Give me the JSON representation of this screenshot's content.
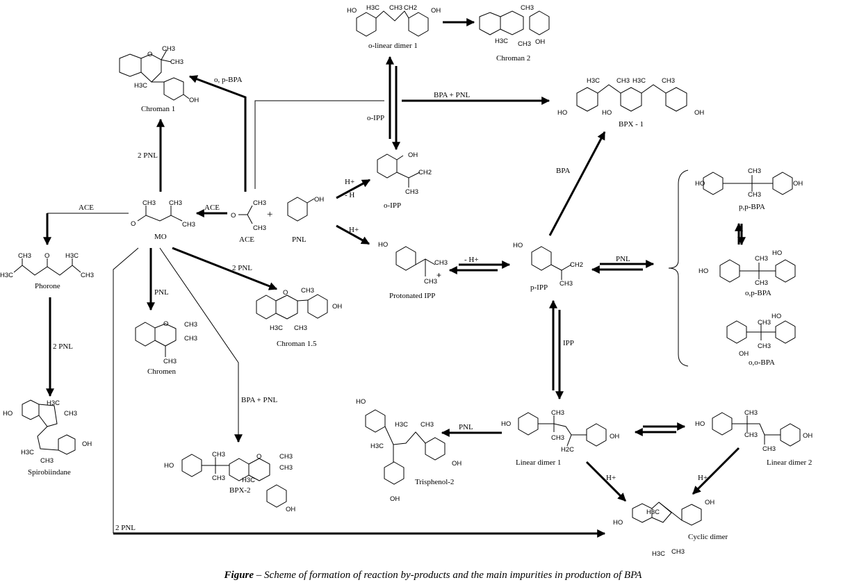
{
  "compounds": {
    "chroman1": "Chroman 1",
    "o_linear_dimer1": "o-linear dimer 1",
    "chroman2": "Chroman 2",
    "bpx1": "BPX - 1",
    "mo": "MO",
    "ace": "ACE",
    "pnl": "PNL",
    "o_ipp": "o-IPP",
    "phorone": "Phorone",
    "chromen": "Chromen",
    "chroman15": "Chroman 1.5",
    "protonated_ipp": "Protonated IPP",
    "p_ipp": "p-IPP",
    "pp_bpa": "p,p-BPA",
    "op_bpa": "o,p-BPA",
    "oo_bpa": "o,o-BPA",
    "spirobiindane": "Spirobiindane",
    "bpx2": "BPX-2",
    "trisphenol2": "Trisphenol-2",
    "linear_dimer1": "Linear dimer 1",
    "linear_dimer2": "Linear dimer 2",
    "cyclic_dimer": "Cyclic dimer"
  },
  "reagents": {
    "op_bpa_to_chroman1": "o, p-BPA",
    "two_pnl_chroman1": "2 PNL",
    "ace_to_phorone": "ACE",
    "ace_to_mo": "ACE",
    "bpa_pnl_bpx1": "BPA + PNL",
    "o_ipp_dimer": "o-IPP",
    "h_plus_o": "H+",
    "minus_h_o": "- H",
    "h_plus_p": "H+",
    "two_pnl_chroman15": "2 PNL",
    "pnl_chromen": "PNL",
    "minus_h_p": "- H+",
    "pnl_bpa": "PNL",
    "bpa_bpx1": "BPA",
    "two_pnl_spiro": "2 PNL",
    "bpa_pnl_bpx2": "BPA + PNL",
    "ipp": "IPP",
    "pnl_trisphenol": "PNL",
    "h_ld1": "H+",
    "h_ld2": "H+",
    "two_pnl_cyclic": "2 PNL",
    "plus": "+"
  },
  "atoms": {
    "oh": "OH",
    "ho": "HO",
    "o": "O",
    "ch3": "CH3",
    "h3c": "H3C",
    "ch2": "CH2",
    "h2c": "H2C",
    "plus": "+"
  },
  "caption": {
    "prefix": "Figure",
    "text": " – Scheme of formation of reaction by-products and the main impurities in production of BPA"
  }
}
